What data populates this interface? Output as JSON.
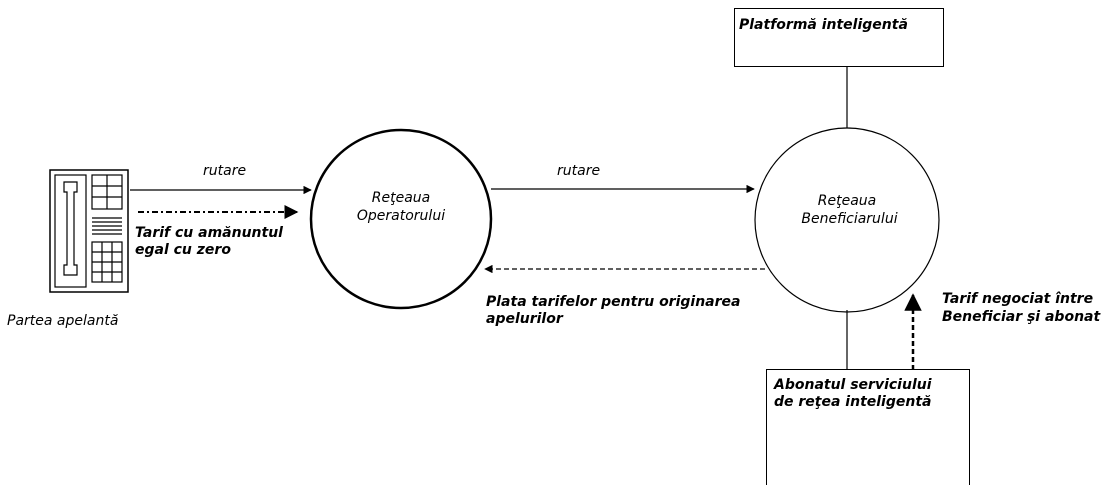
{
  "nodes": {
    "operator_network": {
      "line1": "Reţeaua",
      "line2": "Operatorului"
    },
    "beneficiary_network": {
      "line1": "Reţeaua",
      "line2": "Beneficiarului"
    },
    "intelligent_platform": {
      "label": "Platformă inteligentă"
    },
    "subscriber": {
      "line1": "Abonatul serviciului",
      "line2": "de reţea inteligentă"
    },
    "calling_party": {
      "label": "Partea apelantă"
    }
  },
  "edges": {
    "routing_left": {
      "label": "rutare"
    },
    "routing_right": {
      "label": "rutare"
    },
    "retail_tariff": {
      "line1": "Tarif cu amănuntul",
      "line2": "egal cu zero"
    },
    "origination_payment": {
      "line1": "Plata tarifelor pentru originarea",
      "line2": "apelurilor"
    },
    "negotiated_tariff": {
      "line1": "Tarif negociat între",
      "line2": "Beneficiar şi abonat"
    }
  },
  "icons": {
    "phone": "telephone-icon"
  },
  "colors": {
    "stroke": "#000000",
    "background": "#ffffff"
  }
}
